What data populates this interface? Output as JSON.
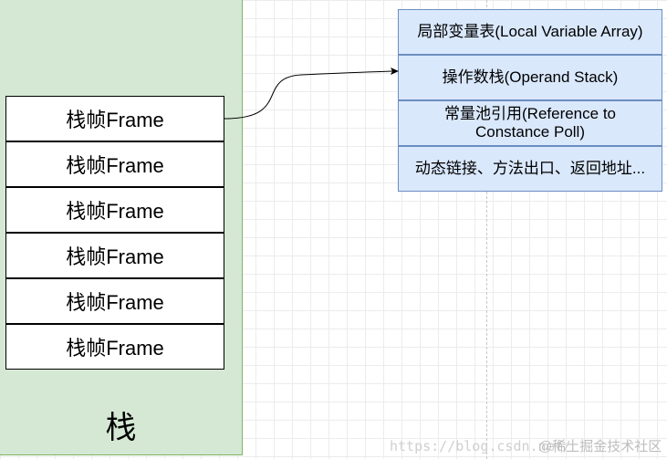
{
  "stack": {
    "label": "栈",
    "frames": [
      "栈帧Frame",
      "栈帧Frame",
      "栈帧Frame",
      "栈帧Frame",
      "栈帧Frame",
      "栈帧Frame"
    ]
  },
  "frame_detail": {
    "local_variables": "局部变量表(Local Variable Array)",
    "operand_stack": "操作数栈(Operand Stack)",
    "constant_pool_ref_line1": "常量池引用(Reference to",
    "constant_pool_ref_line2": "Constance Poll)",
    "dynamic_linking": "动态链接、方法出口、返回地址..."
  },
  "watermark": {
    "url": "https://blog.csdn.net/",
    "logo_text": "@稀土掘金技术社区"
  },
  "colors": {
    "stack_fill": "#d5e8d4",
    "stack_border": "#82b366",
    "detail_fill": "#dae8fc",
    "detail_border": "#6c8ebf"
  }
}
